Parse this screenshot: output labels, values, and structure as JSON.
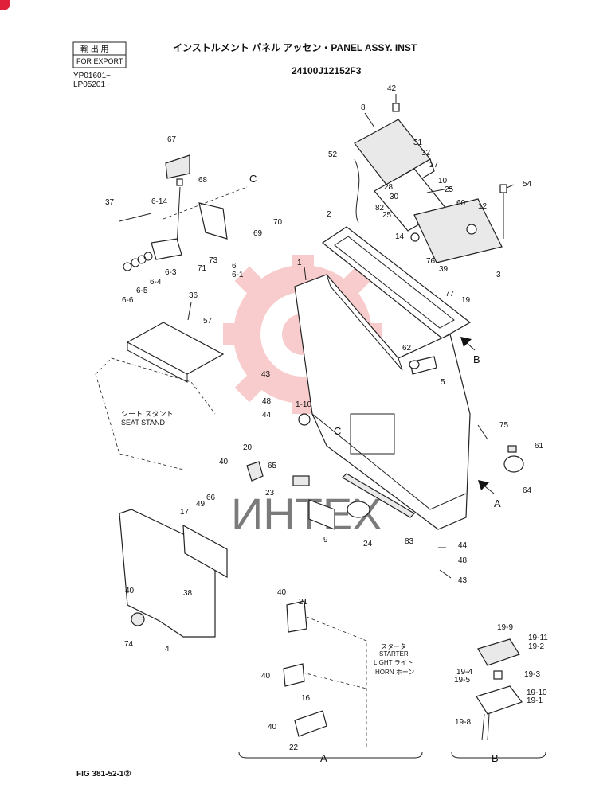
{
  "header": {
    "export_box_top": "輸 出 用",
    "export_box_bottom": "FOR EXPORT",
    "serial_1": "YP01601~",
    "serial_2": "LP05201~",
    "title": "インストルメント パネル アッセン・PANEL ASSY. INST",
    "part_number": "24100J12152F3"
  },
  "footer": {
    "fig_code": "FIG 381-52-1②"
  },
  "section_labels": {
    "view_a": "A",
    "view_b": "B",
    "arrow_a": "A",
    "arrow_b": "B",
    "ref_c_top": "C",
    "ref_c_mid": "C"
  },
  "annotations": {
    "seat_stand_jp": "シート スタント",
    "seat_stand_en": "SEAT STAND",
    "starter_jp": "スタータ",
    "starter_en": "STARTER",
    "light": "LIGHT ライト",
    "horn": "HORN ホーン"
  },
  "watermark": {
    "text": "ИНТЕХ",
    "color": "#f3a3a3"
  },
  "part_labels": [
    "42",
    "8",
    "31",
    "32",
    "27",
    "10",
    "25",
    "28",
    "30",
    "82",
    "25",
    "52",
    "54",
    "60",
    "12",
    "14",
    "76",
    "39",
    "77",
    "3",
    "2",
    "19",
    "1",
    "67",
    "68",
    "C",
    "37",
    "6-14",
    "69",
    "70",
    "73",
    "71",
    "6",
    "6-1",
    "6-3",
    "6-4",
    "6-5",
    "6-6",
    "36",
    "57",
    "62",
    "5",
    "B",
    "43",
    "48",
    "1-10",
    "44",
    "C",
    "75",
    "61",
    "64",
    "20",
    "40",
    "65",
    "23",
    "17",
    "49",
    "66",
    "9",
    "24",
    "83",
    "44",
    "48",
    "43",
    "40",
    "38",
    "74",
    "4",
    "40",
    "21",
    "40",
    "16",
    "40",
    "22",
    "19-9",
    "19-11",
    "19-2",
    "19-4",
    "19-5",
    "19-3",
    "19-10",
    "19-1",
    "19-8",
    "A"
  ]
}
